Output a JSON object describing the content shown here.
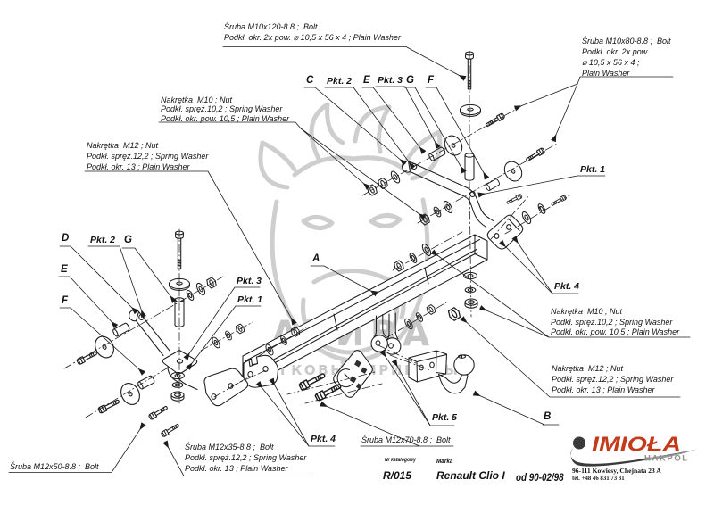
{
  "drawing": {
    "kind": "tow-bar exploded assembly diagram",
    "background": "#ffffff",
    "line_color": "#1c1c1c",
    "watermark_color": "#c7c7c7"
  },
  "callouts": {
    "bolt_m10x120": {
      "line1": "Śruba M10x120-8.8 ;  Bolt",
      "line2": "Podkł. okr. 2x pow. ⌀ 10,5 x 56 x 4 ; Plain Washer"
    },
    "bolt_m10x80": {
      "line1": "Śruba M10x80-8.8 ;  Bolt",
      "line2": "Podkł. okr. 2x pow.",
      "line3": "⌀ 10,5 x 56 x 4 ;",
      "line4": "Plain Washer"
    },
    "nut_m10_left": {
      "line1": "Nakrętka  M10 ; Nut",
      "line2": "Podkł. spręż.10,2 ; Spring Washer",
      "line3": "Podkł. okr. pow. 10,5 ; Plain Washer"
    },
    "nut_m12_left": {
      "line1": "Nakrętka  M12 ; Nut",
      "line2": "Podkł. spręż.12,2 ; Spring Washer",
      "line3": "Podkł. okr. 13 ; Plain Washer"
    },
    "nut_m10_right": {
      "line1": "Nakrętka  M10 ; Nut",
      "line2": "Podkł. spręż.10,2 ; Spring Washer",
      "line3": "Podkł. okr. pow. 10,5 ; Plain Washer"
    },
    "nut_m12_right": {
      "line1": "Nakrętka  M12 ; Nut",
      "line2": "Podkł. spręż.12,2 ; Spring Washer",
      "line3": "Podkł. okr. 13 ; Plain Washer"
    },
    "bolt_m12x50": {
      "line1": "Śruba M12x50-8.8 ;  Bolt"
    },
    "bolt_m12x35": {
      "line1": "Śruba M12x35-8.8 ;  Bolt",
      "line2": "Podkł. spręż.12,2 ; Spring Washer",
      "line3": "Podkł. okr. 13 ; Plain Washer"
    },
    "bolt_m12x70": {
      "line1": "Śruba M12x70-8.8 ;  Bolt"
    }
  },
  "part_labels": {
    "a": "A",
    "b": "B",
    "c": "C",
    "d": "D",
    "e_top": "E",
    "f_top": "F",
    "g_top": "G",
    "e_left": "E",
    "f_left": "F",
    "g_left": "G",
    "pkt1_left": "Pkt. 1",
    "pkt1_right": "Pkt. 1",
    "pkt2_top": "Pkt. 2",
    "pkt2_left": "Pkt. 2",
    "pkt3_top": "Pkt. 3",
    "pkt3_left": "Pkt. 3",
    "pkt4_left": "Pkt. 4",
    "pkt4_right": "Pkt. 4",
    "pkt5": "Pkt. 5"
  },
  "watermark": {
    "brand": "АРИВА",
    "tagline": "ЛЕГКОВЫЕ ПРИЦЕПЫ"
  },
  "title_block": {
    "catalog_label": "Nr katalogowy",
    "catalog_value": "R/015",
    "brand_label": "Marka",
    "brand_value": "Renault Clio I",
    "period": "od 90-02/98"
  },
  "logo": {
    "name": "IMIOŁA",
    "sub": "HAKPOL",
    "address": "96-111 Kowiesy, Chejnata 23 A",
    "phone": "tel. +48 46 831 73 31",
    "red": "#c43a1a",
    "gray": "#8e8e8e"
  }
}
